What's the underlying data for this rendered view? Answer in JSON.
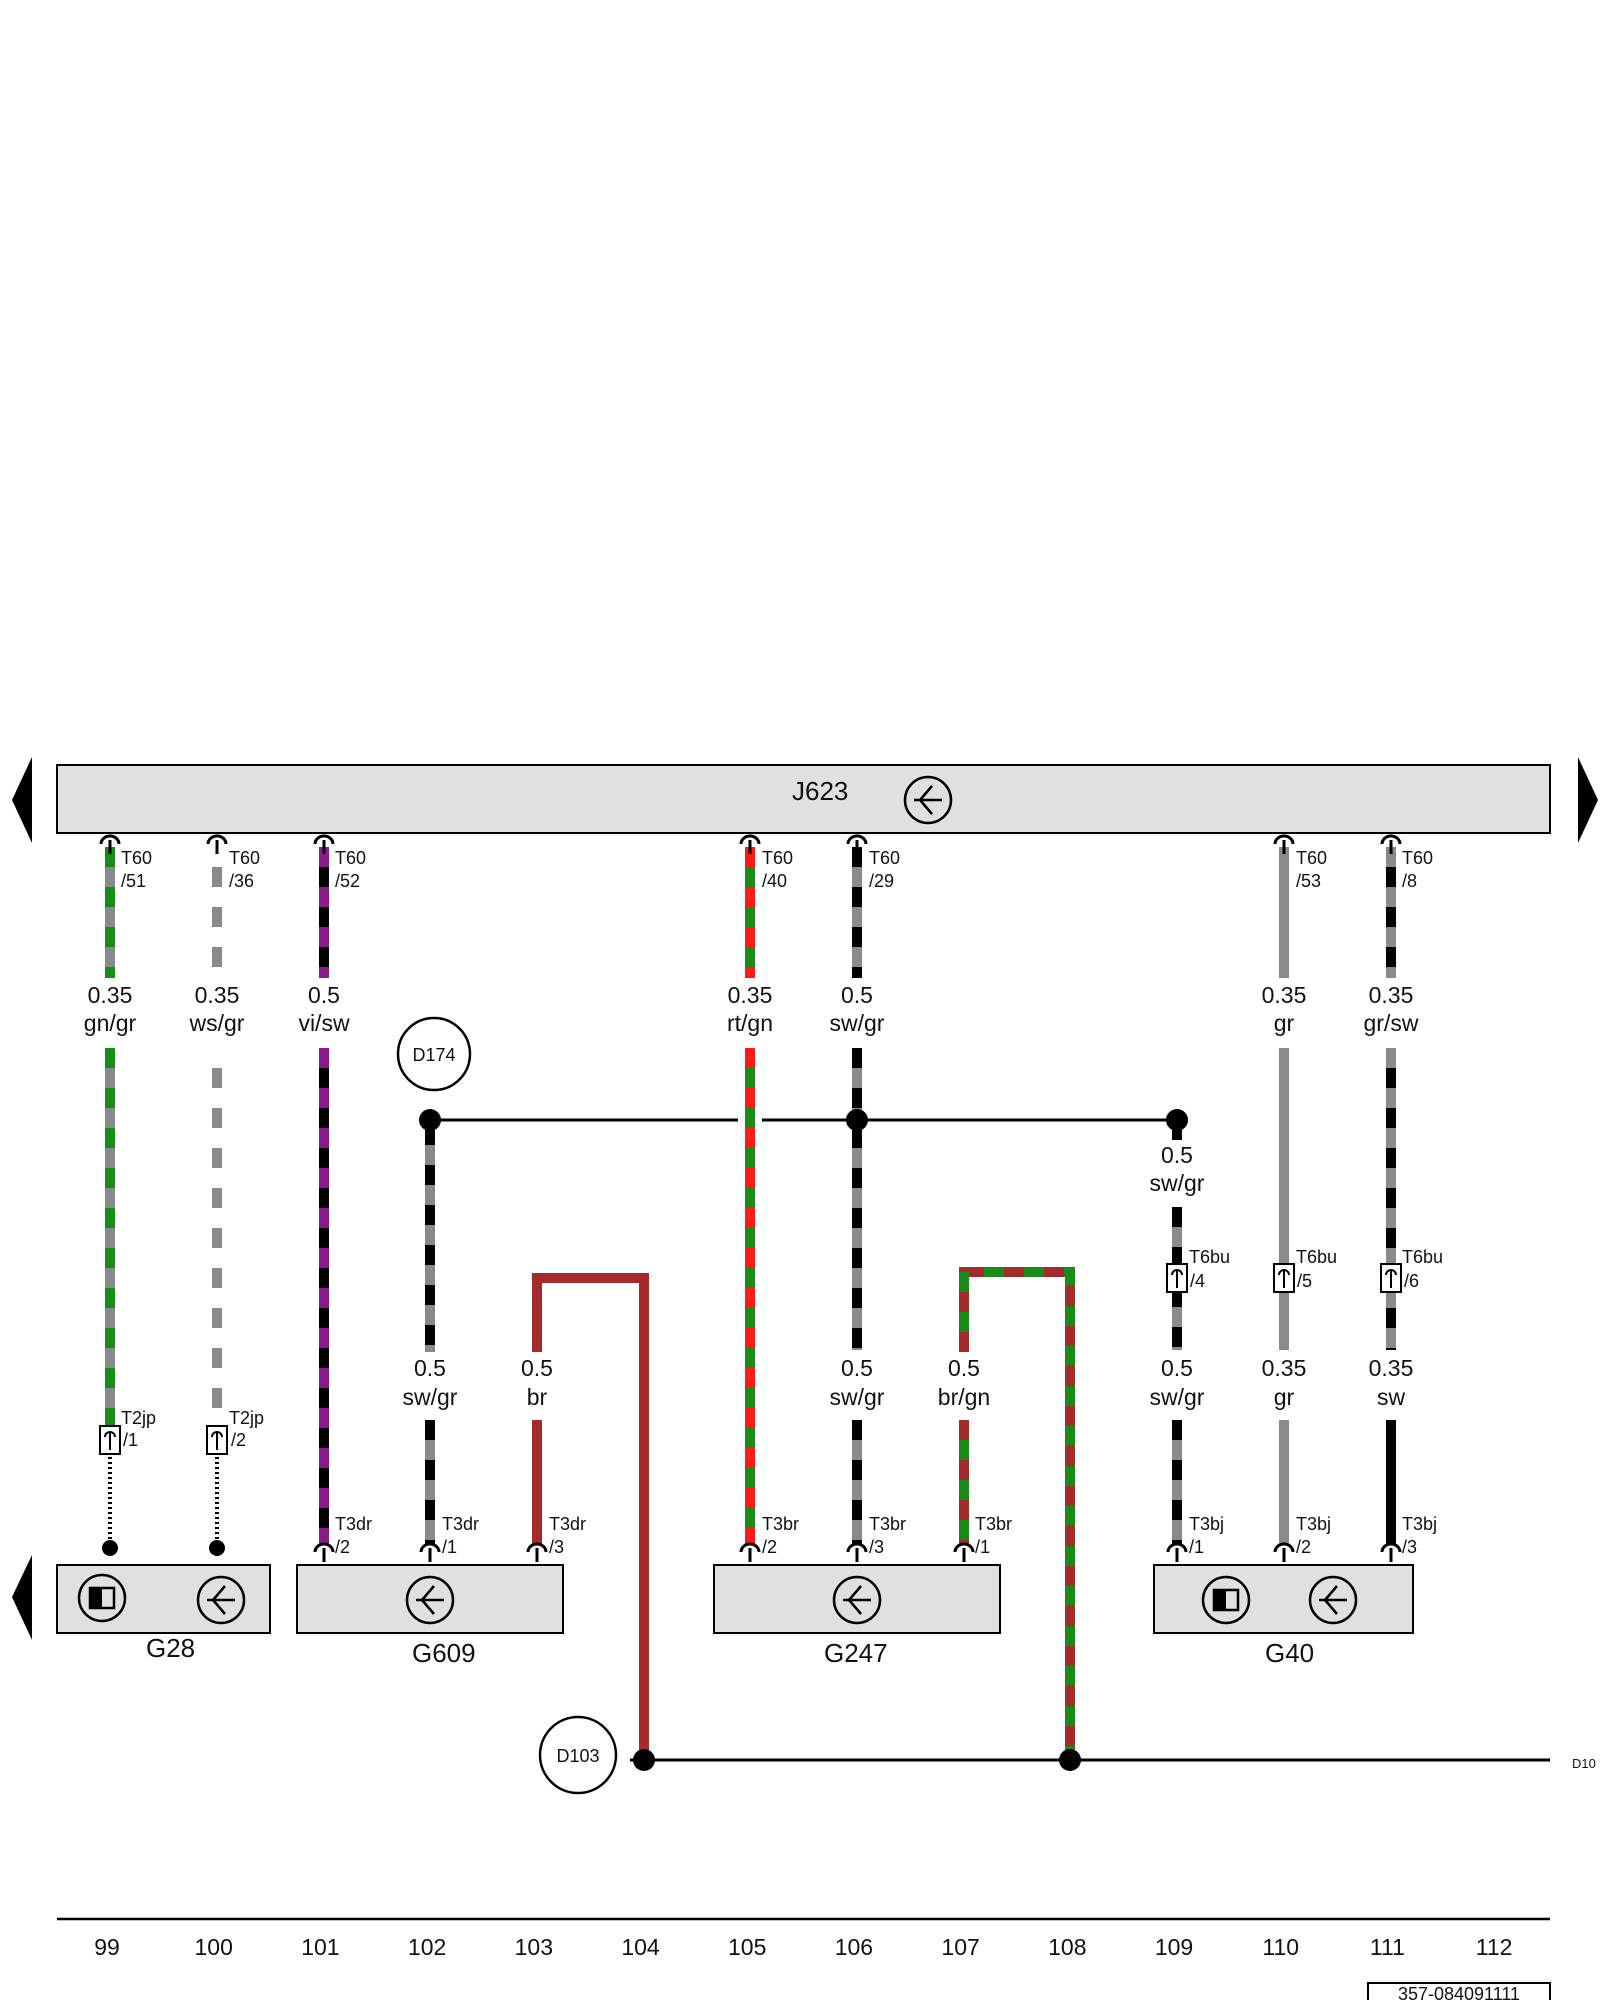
{
  "module": {
    "name": "J623"
  },
  "splices": [
    "D174",
    "D103"
  ],
  "edge_ref": "D10",
  "drawing_number": "357-084091111",
  "colors": {
    "gn": "#1a8a1a",
    "gr": "#8a8a8a",
    "ws": "#ffffff",
    "vi": "#8b1a8b",
    "sw": "#000000",
    "rt": "#ff1a1a",
    "br": "#a52a2a"
  },
  "wires": [
    {
      "id": "w99",
      "pin": [
        "T60",
        "/51"
      ],
      "size": "0.35",
      "color": "gn/gr"
    },
    {
      "id": "w100",
      "pin": [
        "T60",
        "/36"
      ],
      "size": "0.35",
      "color": "ws/gr"
    },
    {
      "id": "w101",
      "pin": [
        "T60",
        "/52"
      ],
      "size": "0.5",
      "color": "vi/sw"
    },
    {
      "id": "w105",
      "pin": [
        "T60",
        "/40"
      ],
      "size": "0.35",
      "color": "rt/gn"
    },
    {
      "id": "w106",
      "pin": [
        "T60",
        "/29"
      ],
      "size": "0.5",
      "color": "sw/gr"
    },
    {
      "id": "w110",
      "pin": [
        "T60",
        "/53"
      ],
      "size": "0.35",
      "color": "gr"
    },
    {
      "id": "w111",
      "pin": [
        "T60",
        "/8"
      ],
      "size": "0.35",
      "color": "gr/sw"
    }
  ],
  "lower_wires": [
    {
      "id": "l102",
      "size": "0.5",
      "color": "sw/gr"
    },
    {
      "id": "l103",
      "size": "0.5",
      "color": "br"
    },
    {
      "id": "l106",
      "size": "0.5",
      "color": "sw/gr"
    },
    {
      "id": "l107",
      "size": "0.5",
      "color": "br/gn"
    },
    {
      "id": "l109",
      "size": "0.5",
      "color": "sw/gr"
    },
    {
      "id": "l110",
      "size": "0.35",
      "color": "gr"
    },
    {
      "id": "l111",
      "size": "0.35",
      "color": "sw"
    },
    {
      "id": "b109",
      "size": "0.5",
      "color": "sw/gr"
    }
  ],
  "inline_connectors": [
    {
      "id": "c99",
      "name": "T2jp",
      "pin": "/1"
    },
    {
      "id": "c100",
      "name": "T2jp",
      "pin": "/2"
    },
    {
      "id": "c109",
      "name": "T6bu",
      "pin": "/4"
    },
    {
      "id": "c110",
      "name": "T6bu",
      "pin": "/5"
    },
    {
      "id": "c111",
      "name": "T6bu",
      "pin": "/6"
    }
  ],
  "component_pins": [
    {
      "id": "p101",
      "name": "T3dr",
      "pin": "/2"
    },
    {
      "id": "p102",
      "name": "T3dr",
      "pin": "/1"
    },
    {
      "id": "p103",
      "name": "T3dr",
      "pin": "/3"
    },
    {
      "id": "p105",
      "name": "T3br",
      "pin": "/2"
    },
    {
      "id": "p106",
      "name": "T3br",
      "pin": "/3"
    },
    {
      "id": "p107",
      "name": "T3br",
      "pin": "/1"
    },
    {
      "id": "p109",
      "name": "T3bj",
      "pin": "/1"
    },
    {
      "id": "p110",
      "name": "T3bj",
      "pin": "/2"
    },
    {
      "id": "p111",
      "name": "T3bj",
      "pin": "/3"
    }
  ],
  "components": [
    "G28",
    "G609",
    "G247",
    "G40"
  ],
  "columns": [
    "99",
    "100",
    "101",
    "102",
    "103",
    "104",
    "105",
    "106",
    "107",
    "108",
    "109",
    "110",
    "111",
    "112"
  ]
}
